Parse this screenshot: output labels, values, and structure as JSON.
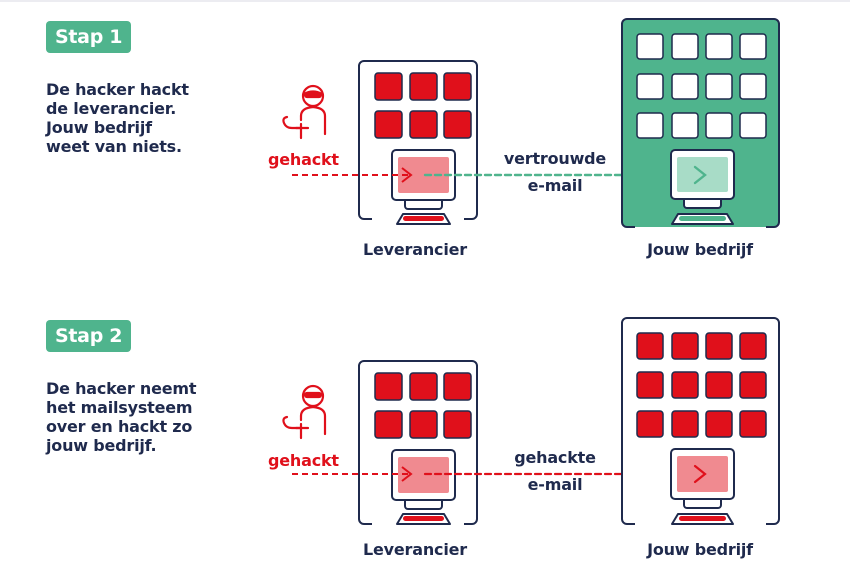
{
  "colors": {
    "navy": "#1f2a4d",
    "green": "#4fb48d",
    "green_light": "#a8dcc7",
    "red": "#e0101b",
    "red_light": "#f08a90",
    "white": "#ffffff"
  },
  "steps": [
    {
      "badge": "Stap 1",
      "description_lines": [
        "De hacker hackt",
        "de leverancier.",
        "Jouw bedrijf",
        "weet van niets."
      ],
      "hacker_label": "gehackt",
      "email_label_line1": "vertrouwde",
      "email_label_line2": "e-mail",
      "supplier_label": "Leverancier",
      "company_label": "Jouw bedrijf",
      "supplier_state": "hacked",
      "company_state": "safe"
    },
    {
      "badge": "Stap 2",
      "description_lines": [
        "De hacker neemt",
        "het mailsysteem",
        "over en hackt zo",
        "jouw bedrijf."
      ],
      "hacker_label": "gehackt",
      "email_label_line1": "gehackte",
      "email_label_line2": "e-mail",
      "supplier_label": "Leverancier",
      "company_label": "Jouw bedrijf",
      "supplier_state": "hacked",
      "company_state": "hacked"
    }
  ],
  "icons": [
    "hacker-icon",
    "building-icon",
    "computer-icon",
    "arrow-icon"
  ]
}
